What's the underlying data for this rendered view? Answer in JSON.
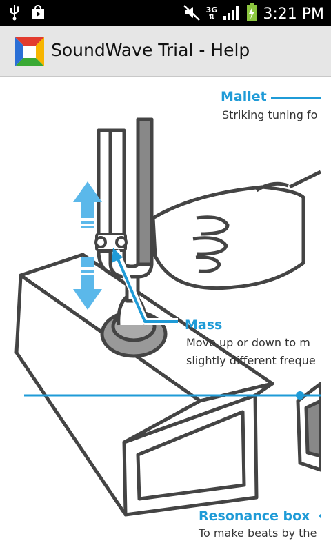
{
  "status_bar": {
    "time": "3:21 PM",
    "network": "3G",
    "icons": [
      "usb-icon",
      "shopping-bag-icon",
      "mute-icon",
      "network-3g-icon",
      "signal-icon",
      "battery-charging-icon"
    ]
  },
  "app_bar": {
    "title": "SoundWave Trial - Help",
    "icon": "app-logo-icon"
  },
  "help": {
    "mallet": {
      "title": "Mallet",
      "desc": "Striking tuning fo"
    },
    "mass": {
      "title": "Mass",
      "desc_line1": "Move up or down to m",
      "desc_line2": "slightly different freque"
    },
    "resonance": {
      "title": "Resonance box",
      "desc": "To make beats by the"
    }
  },
  "colors": {
    "accent": "#1f9bd7",
    "arrow": "#5bb8ea",
    "line": "#444444",
    "titlebar": "#e6e6e6"
  }
}
